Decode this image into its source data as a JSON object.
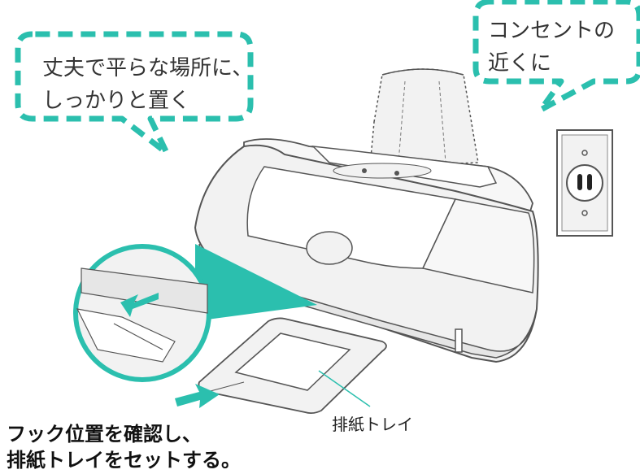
{
  "bubbles": {
    "left": {
      "line1": "丈夫で平らな場所に、",
      "line2": "しっかりと置く"
    },
    "right": {
      "line1": "コンセントの",
      "line2": "近くに"
    }
  },
  "labels": {
    "output_tray": "排紙トレイ"
  },
  "instruction": {
    "line1": "フック位置を確認し、",
    "line2": "排紙トレイをセットする。"
  },
  "colors": {
    "accent": "#2bbfae",
    "line": "#555555",
    "fill": "#f2f2f2"
  }
}
